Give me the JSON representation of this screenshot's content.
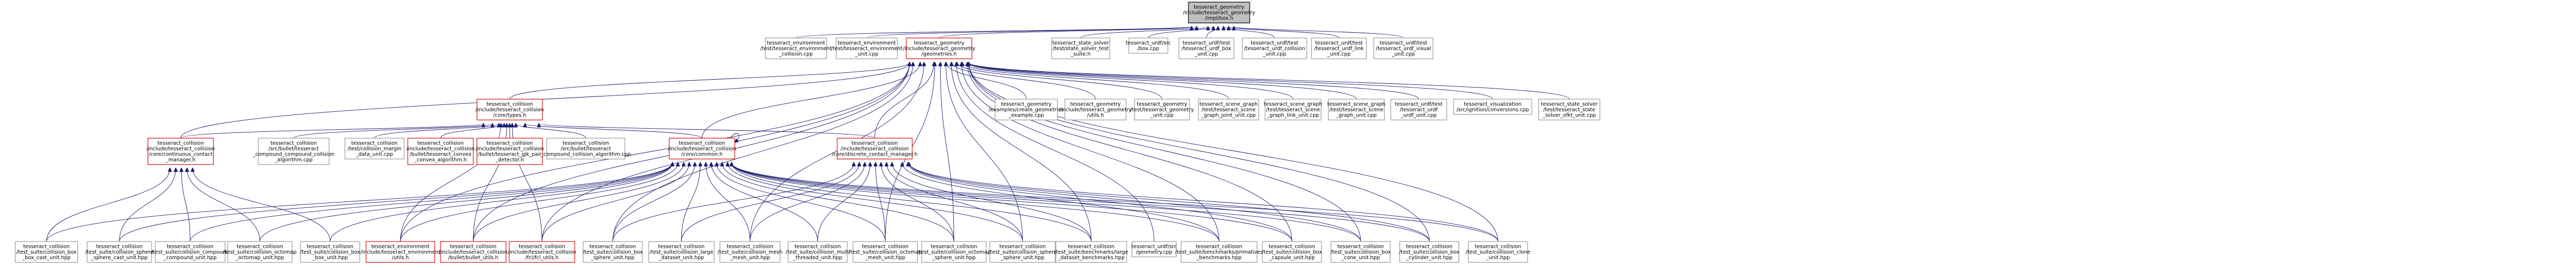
{
  "graph": {
    "colors": {
      "root_fill": "#bfbfbf",
      "header_border": "#cc1010",
      "file_border": "#999999",
      "edge": "#191970"
    },
    "nodes": [
      {
        "id": "n0",
        "kind": "root",
        "lines": [
          "tesseract_geometry",
          "/include/tesseract_geometry",
          "/impl/box.h"
        ]
      },
      {
        "id": "n1",
        "kind": "file",
        "lines": [
          "tesseract_environment",
          "/test/tesseract_environment",
          "_collision.cpp"
        ]
      },
      {
        "id": "n2",
        "kind": "file",
        "lines": [
          "tesseract_environment",
          "/test/tesseract_environment",
          "_unit.cpp"
        ]
      },
      {
        "id": "n3",
        "kind": "hdr",
        "lines": [
          "tesseract_geometry",
          "/include/tesseract_geometry",
          "/geometries.h"
        ]
      },
      {
        "id": "n4",
        "kind": "file",
        "lines": [
          "tesseract_state_solver",
          "/test/state_solver_test",
          "_suite.h"
        ]
      },
      {
        "id": "n5",
        "kind": "file",
        "lines": [
          "tesseract_urdf/src",
          "/box.cpp"
        ]
      },
      {
        "id": "n6",
        "kind": "file",
        "lines": [
          "tesseract_urdf/test",
          "/tesseract_urdf_box",
          "_unit.cpp"
        ]
      },
      {
        "id": "n7",
        "kind": "file",
        "lines": [
          "tesseract_urdf/test",
          "/tesseract_urdf_collision",
          "_unit.cpp"
        ]
      },
      {
        "id": "n8",
        "kind": "file",
        "lines": [
          "tesseract_urdf/test",
          "/tesseract_urdf_link",
          "_unit.cpp"
        ]
      },
      {
        "id": "n9",
        "kind": "file",
        "lines": [
          "tesseract_urdf/test",
          "/tesseract_urdf_visual",
          "_unit.cpp"
        ]
      },
      {
        "id": "n10",
        "kind": "hdr",
        "lines": [
          "tesseract_collision",
          "/include/tesseract_collision",
          "/core/types.h"
        ]
      },
      {
        "id": "n11",
        "kind": "file",
        "lines": [
          "tesseract_geometry",
          "/examples/create_geometries",
          "_example.cpp"
        ]
      },
      {
        "id": "n12",
        "kind": "file",
        "lines": [
          "tesseract_geometry",
          "/include/tesseract_geometry",
          "/utils.h"
        ]
      },
      {
        "id": "n13",
        "kind": "file",
        "lines": [
          "tesseract_geometry",
          "/test/tesseract_geometry",
          "_unit.cpp"
        ]
      },
      {
        "id": "n14",
        "kind": "file",
        "lines": [
          "tesseract_scene_graph",
          "/test/tesseract_scene",
          "_graph_joint_unit.cpp"
        ]
      },
      {
        "id": "n15",
        "kind": "file",
        "lines": [
          "tesseract_scene_graph",
          "/test/tesseract_scene",
          "_graph_link_unit.cpp"
        ]
      },
      {
        "id": "n16",
        "kind": "file",
        "lines": [
          "tesseract_scene_graph",
          "/test/tesseract_scene",
          "_graph_unit.cpp"
        ]
      },
      {
        "id": "n17",
        "kind": "file",
        "lines": [
          "tesseract_urdf/test",
          "/tesseract_urdf",
          "_urdf_unit.cpp"
        ]
      },
      {
        "id": "n18",
        "kind": "file",
        "lines": [
          "tesseract_visualization",
          "/src/ignition/conversions.cpp"
        ]
      },
      {
        "id": "n19",
        "kind": "file",
        "lines": [
          "tesseract_state_solver",
          "/test/tesseract_state",
          "_solver_ofkt_unit.cpp"
        ]
      },
      {
        "id": "n20",
        "kind": "hdr",
        "lines": [
          "tesseract_collision",
          "/include/tesseract_collision",
          "/core/continuous_contact",
          "_manager.h"
        ]
      },
      {
        "id": "n21",
        "kind": "file",
        "lines": [
          "tesseract_collision",
          "/src/bullet/tesseract",
          "_compound_compound_collision",
          "_algorithm.cpp"
        ]
      },
      {
        "id": "n22",
        "kind": "file",
        "lines": [
          "tesseract_collision",
          "/test/collision_margin",
          "_data_unit.cpp"
        ]
      },
      {
        "id": "n23",
        "kind": "hdr",
        "lines": [
          "tesseract_collision",
          "/include/tesseract_collision",
          "/bullet/tesseract_convex",
          "_convex_algorithm.h"
        ]
      },
      {
        "id": "n24",
        "kind": "hdr",
        "lines": [
          "tesseract_collision",
          "/include/tesseract_collision",
          "/bullet/tesseract_gjk_pair",
          "_detector.h"
        ]
      },
      {
        "id": "n25",
        "kind": "file",
        "lines": [
          "tesseract_collision",
          "/src/bullet/tesseract",
          "_compound_collision_algorithm.cpp"
        ]
      },
      {
        "id": "n26",
        "kind": "hdr",
        "lines": [
          "tesseract_collision",
          "/include/tesseract_collision",
          "/core/common.h"
        ]
      },
      {
        "id": "n27",
        "kind": "hdr",
        "lines": [
          "tesseract_collision",
          "/include/tesseract_collision",
          "/core/discrete_contact_manager.h"
        ]
      },
      {
        "id": "n28",
        "kind": "file",
        "lines": [
          "tesseract_collision",
          "/test_suite/collision_box",
          "_box_cast_unit.hpp"
        ]
      },
      {
        "id": "n29",
        "kind": "file",
        "lines": [
          "tesseract_collision",
          "/test_suite/collision_sphere",
          "_sphere_cast_unit.hpp"
        ]
      },
      {
        "id": "n30",
        "kind": "file",
        "lines": [
          "tesseract_collision",
          "/test_suite/collision_compound",
          "_compound_unit.hpp"
        ]
      },
      {
        "id": "n31",
        "kind": "file",
        "lines": [
          "tesseract_collision",
          "/test_suite/collision_octomap",
          "_octomap_unit.hpp"
        ]
      },
      {
        "id": "n32",
        "kind": "file",
        "lines": [
          "tesseract_collision",
          "/test_suite/collision_box",
          "_box_unit.hpp"
        ]
      },
      {
        "id": "n33",
        "kind": "hdr",
        "lines": [
          "tesseract_environment",
          "/include/tesseract_environment",
          "/utils.h"
        ]
      },
      {
        "id": "n34",
        "kind": "hdr",
        "lines": [
          "tesseract_collision",
          "/include/tesseract_collision",
          "/bullet/bullet_utils.h"
        ]
      },
      {
        "id": "n35",
        "kind": "hdr",
        "lines": [
          "tesseract_collision",
          "/include/tesseract_collision",
          "/fcl/fcl_utils.h"
        ]
      },
      {
        "id": "n36",
        "kind": "file",
        "lines": [
          "tesseract_collision",
          "/test_suite/collision_box",
          "_sphere_unit.hpp"
        ]
      },
      {
        "id": "n37",
        "kind": "file",
        "lines": [
          "tesseract_collision",
          "/test_suite/collision_large",
          "_dataset_unit.hpp"
        ]
      },
      {
        "id": "n38",
        "kind": "file",
        "lines": [
          "tesseract_collision",
          "/test_suite/collision_mesh",
          "_mesh_unit.hpp"
        ]
      },
      {
        "id": "n39",
        "kind": "file",
        "lines": [
          "tesseract_collision",
          "/test_suite/collision_multi",
          "_threaded_unit.hpp"
        ]
      },
      {
        "id": "n40",
        "kind": "file",
        "lines": [
          "tesseract_collision",
          "/test_suite/collision_octomap",
          "_mesh_unit.hpp"
        ]
      },
      {
        "id": "n41",
        "kind": "file",
        "lines": [
          "tesseract_collision",
          "/test_suite/collision_octomap",
          "_sphere_unit.hpp"
        ]
      },
      {
        "id": "n42",
        "kind": "file",
        "lines": [
          "tesseract_collision",
          "/test_suite/collision_sphere",
          "_sphere_unit.hpp"
        ]
      },
      {
        "id": "n43",
        "kind": "file",
        "lines": [
          "tesseract_collision",
          "/test_suite/benchmarks/large",
          "_dataset_benchmarks.hpp"
        ]
      },
      {
        "id": "n44",
        "kind": "file",
        "lines": [
          "tesseract_urdf/src",
          "/geometry.cpp"
        ]
      },
      {
        "id": "n45",
        "kind": "file",
        "lines": [
          "tesseract_collision",
          "/test_suite/benchmarks/primatives",
          "_benchmarks.hpp"
        ]
      },
      {
        "id": "n46",
        "kind": "file",
        "lines": [
          "tesseract_collision",
          "/test_suite/collision_box",
          "_capsule_unit.hpp"
        ]
      },
      {
        "id": "n47",
        "kind": "file",
        "lines": [
          "tesseract_collision",
          "/test_suite/collision_box",
          "_cone_unit.hpp"
        ]
      },
      {
        "id": "n48",
        "kind": "file",
        "lines": [
          "tesseract_collision",
          "/test_suite/collision_box",
          "_cylinder_unit.hpp"
        ]
      },
      {
        "id": "n49",
        "kind": "file",
        "lines": [
          "tesseract_collision",
          "/test_suite/collision_clone",
          "_unit.hpp"
        ]
      }
    ]
  }
}
